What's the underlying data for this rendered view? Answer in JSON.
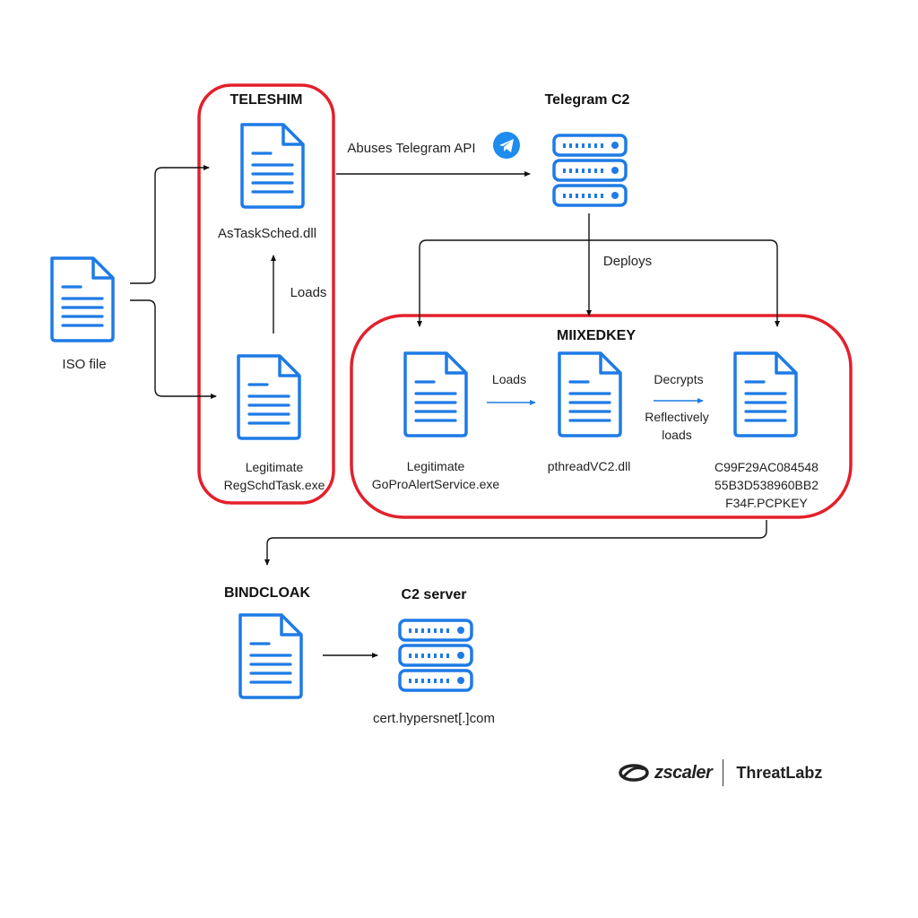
{
  "groups": {
    "teleshim": "TELESHIM",
    "telegram_c2": "Telegram C2",
    "miixedkey": "MIIXEDKEY",
    "bindcloak": "BINDCLOAK",
    "c2_server": "C2 server"
  },
  "files": {
    "iso": "ISO file",
    "astasksched": "AsTaskSched.dll",
    "regschd_line1": "Legitimate",
    "regschd_line2": "RegSchdTask.exe",
    "gopro_line1": "Legitimate",
    "gopro_line2": "GoProAlertService.exe",
    "pthread": "pthreadVC2.dll",
    "pcpkey_line1": "C99F29AC084548",
    "pcpkey_line2": "55B3D538960BB2",
    "pcpkey_line3": "F34F.PCPKEY",
    "c2_domain": "cert.hypersnet[.]com"
  },
  "edges": {
    "abuses_api": "Abuses Telegram API",
    "deploys": "Deploys",
    "loads_teleshim": "Loads",
    "loads_miixedkey": "Loads",
    "decrypts": "Decrypts",
    "reflectively_1": "Reflectively",
    "reflectively_2": "loads"
  },
  "brand": {
    "zscaler": "zscaler",
    "threatlabz": "ThreatLabz"
  },
  "colors": {
    "accent_blue": "#1E7BE6",
    "highlight_red": "#E3202B"
  }
}
